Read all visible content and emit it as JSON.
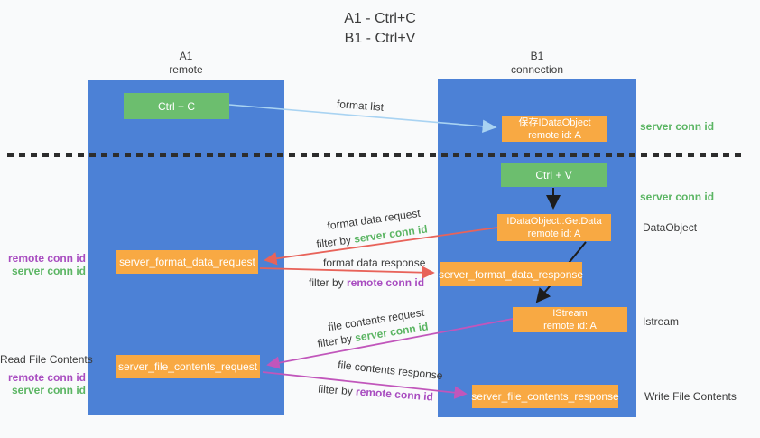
{
  "title": {
    "line1": "A1 - Ctrl+C",
    "line2": "B1 - Ctrl+V"
  },
  "lanes": {
    "left": {
      "name": "A1",
      "role": "remote"
    },
    "right": {
      "name": "B1",
      "role": "connection"
    }
  },
  "nodes": {
    "ctrl_c": {
      "label": "Ctrl + C"
    },
    "ctrl_v": {
      "label": "Ctrl + V"
    },
    "save_dataobject": {
      "line1": "保存IDataObject",
      "line2": "remote id: A"
    },
    "getdata": {
      "line1": "IDataObject::GetData",
      "line2": "remote id: A"
    },
    "istream": {
      "line1": "IStream",
      "line2": "remote id: A"
    },
    "format_request": {
      "label": "server_format_data_request"
    },
    "format_response": {
      "label": "server_format_data_response"
    },
    "file_request": {
      "label": "server_file_contents_request"
    },
    "file_response": {
      "label": "server_file_contents_response"
    }
  },
  "annotations": {
    "server_conn_id_top": "server conn id",
    "server_conn_id_mid": "server conn id",
    "dataobject": "DataObject",
    "istream": "Istream",
    "write_file_contents": "Write File Contents",
    "read_file_contents": "Read File Contents",
    "left_group1": {
      "remote": "remote conn id",
      "server": "server conn id"
    },
    "left_group2": {
      "remote": "remote conn id",
      "server": "server conn id"
    }
  },
  "arrows": {
    "format_list": "format list",
    "format_data_request": "format data request",
    "format_data_response": "format data response",
    "file_contents_request": "file contents request",
    "file_contents_response": "file contents response",
    "filter_by": "filter by ",
    "server_conn_id": "server conn id",
    "remote_conn_id": "remote conn id"
  },
  "colors": {
    "lane_blue": "#4c81d6",
    "node_green": "#6cbe6e",
    "node_orange": "#f8a943",
    "text_green": "#5bb563",
    "text_purple": "#a84cc0",
    "arrow_red": "#e8635a",
    "arrow_magenta": "#c156bb",
    "arrow_lightblue": "#a9d3f2",
    "arrow_black": "#1d1d1d",
    "background": "#f9fafb"
  }
}
